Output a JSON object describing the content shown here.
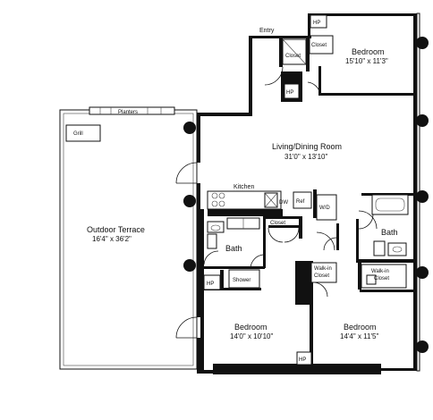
{
  "rooms": {
    "bedroom_top": {
      "name": "Bedroom",
      "dim": "15'10\" x 11'3\""
    },
    "living": {
      "name": "Living/Dining Room",
      "dim": "31'0\" x 13'10\""
    },
    "terrace": {
      "name": "Outdoor Terrace",
      "dim": "16'4\" x 36'2\""
    },
    "bedroom_left": {
      "name": "Bedroom",
      "dim": "14'0\" x 10'10\""
    },
    "bedroom_right": {
      "name": "Bedroom",
      "dim": "14'4\" x 11'5\""
    }
  },
  "labels": {
    "entry": "Entry",
    "kitchen": "Kitchen",
    "planters": "Planters",
    "grill": "Grill",
    "bath_left": "Bath",
    "bath_right": "Bath",
    "shower": "Shower",
    "closet_hall": "Closet",
    "closet_top_1": "Closet",
    "closet_top_2": "Closet",
    "walkin_center": "Walk-in\nCloset",
    "walkin_right": "Walk-in\nCloset",
    "hp_top": "HP",
    "hp_entry": "HP",
    "hp_bath": "HP",
    "hp_bottom": "HP",
    "dw": "DW",
    "ref": "Ref",
    "wd": "W/D"
  },
  "colors": {
    "wall": "#111111",
    "background": "#ffffff"
  }
}
